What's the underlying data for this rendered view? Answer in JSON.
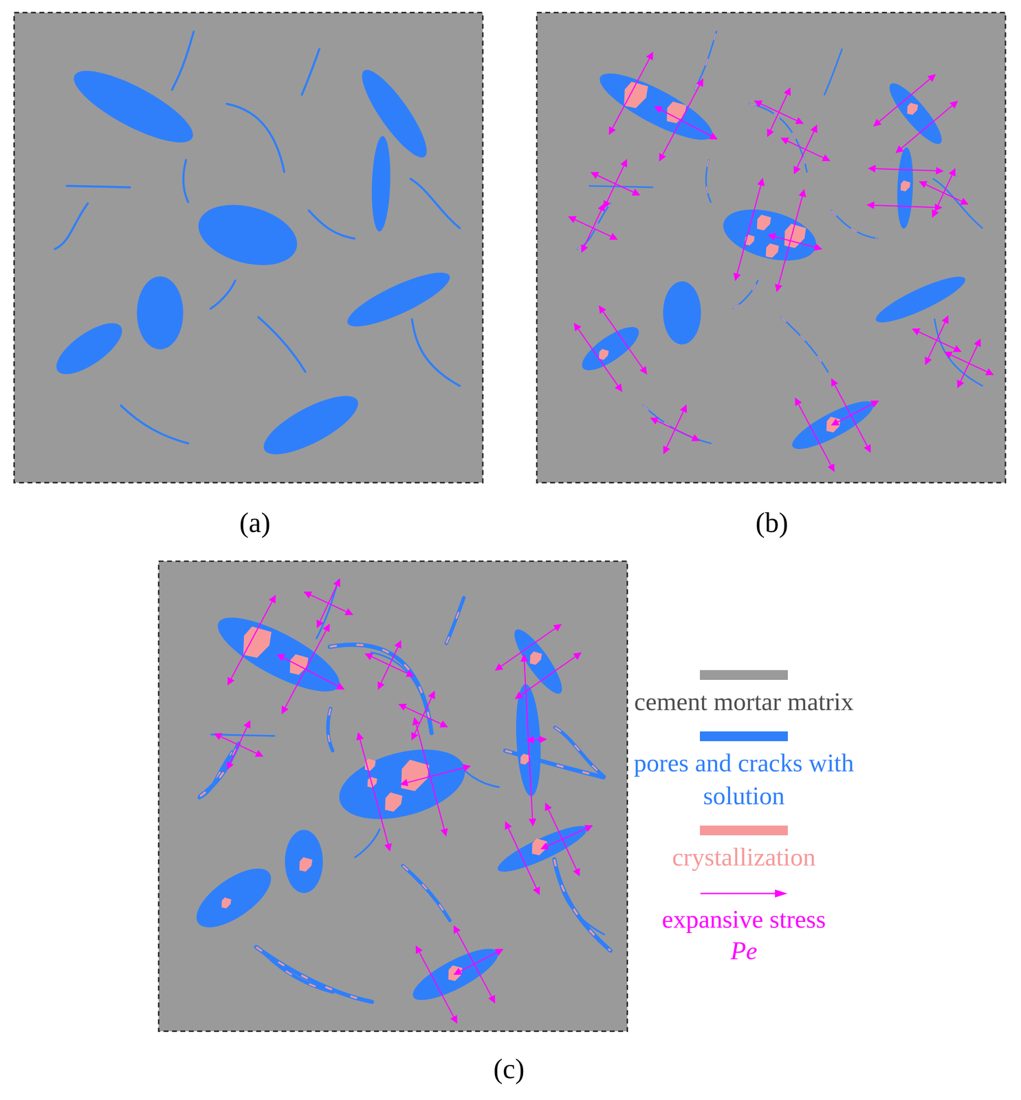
{
  "diagram": {
    "labels": [
      "(a)",
      "(b)",
      "(c)",
      "Pe"
    ],
    "legend": [
      {
        "text": "cement mortar matrix",
        "color": "#9a9a9a"
      },
      {
        "text": "pores and cracks with solution",
        "color": "#2f7ffb"
      },
      {
        "text": "crystallization",
        "color": "#f7999a"
      },
      {
        "text": "expansive stress"
      }
    ]
  }
}
